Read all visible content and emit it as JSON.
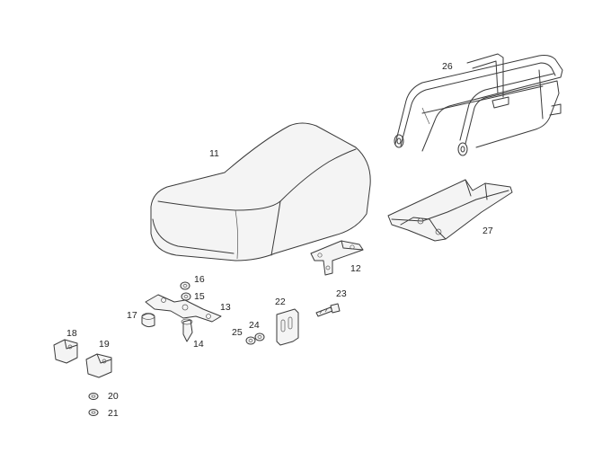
{
  "diagram": {
    "callouts": {
      "c11": "11",
      "c12": "12",
      "c13": "13",
      "c14": "14",
      "c15": "15",
      "c16": "16",
      "c17": "17",
      "c18": "18",
      "c19": "19",
      "c20": "20",
      "c21": "21",
      "c22": "22",
      "c23": "23",
      "c24": "24",
      "c25": "25",
      "c26": "26",
      "c27": "27"
    }
  }
}
